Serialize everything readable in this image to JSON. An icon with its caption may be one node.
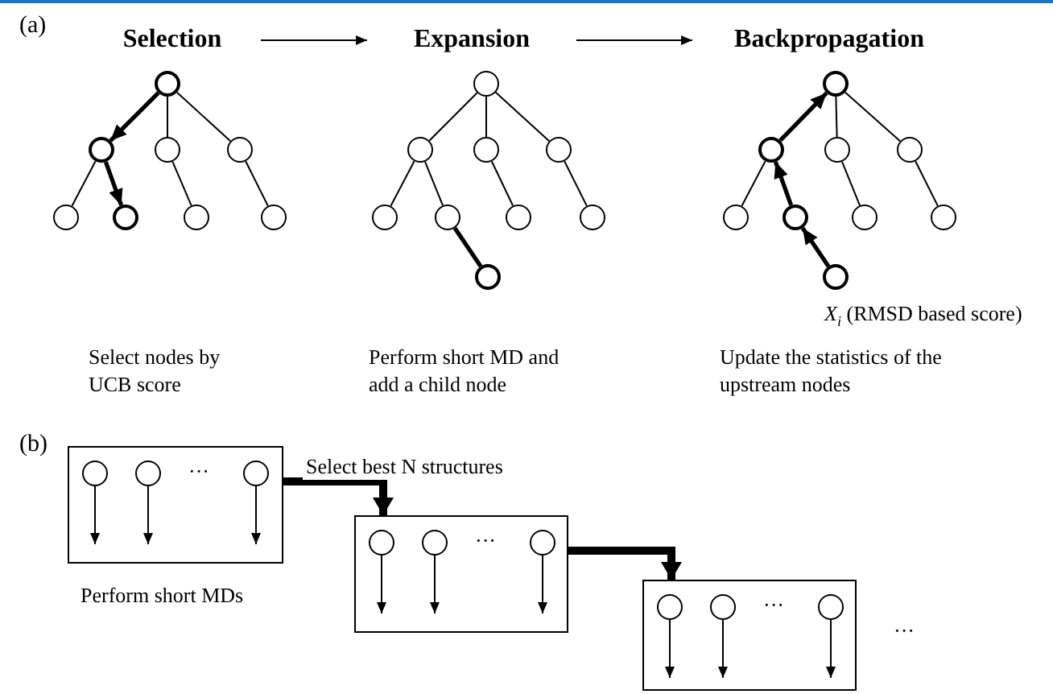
{
  "diagram": {
    "nodes": [
      {
        "text": [
          "Selection"
        ]
      },
      {
        "text": [
          "Expansion"
        ]
      },
      {
        "text": [
          "Backpropagation"
        ]
      },
      {
        "text": [],
        "shape": "circle"
      },
      {
        "text": [],
        "shape": "circle"
      },
      {
        "text": [],
        "shape": "circle"
      },
      {
        "text": [],
        "shape": "circle"
      },
      {
        "text": [],
        "shape": "circle"
      },
      {
        "text": [],
        "shape": "circle"
      },
      {
        "text": [],
        "shape": "circle"
      },
      {
        "text": [],
        "shape": "circle"
      },
      {
        "text": [],
        "shape": "circle"
      },
      {
        "text": [],
        "shape": "circle"
      },
      {
        "text": [],
        "shape": "circle"
      },
      {
        "text": [],
        "shape": "circle"
      },
      {
        "text": [],
        "shape": "circle"
      },
      {
        "text": [],
        "shape": "circle"
      },
      {
        "text": [],
        "shape": "circle"
      },
      {
        "text": [],
        "shape": "circle"
      },
      {
        "text": [],
        "shape": "circle"
      },
      {
        "text": [],
        "shape": "circle"
      },
      {
        "text": [],
        "shape": "circle"
      },
      {
        "text": [],
        "shape": "circle"
      },
      {
        "text": [],
        "shape": "circle"
      },
      {
        "text": [],
        "shape": "circle"
      },
      {
        "text": [],
        "shape": "circle"
      },
      {
        "text": [],
        "shape": "circle"
      },
      {
        "text": [],
        "shape": "circle"
      },
      {
        "text": [],
        "shape": "circle"
      },
      {
        "text": [],
        "shape": "box",
        "beside": [
          "Perform short MDs"
        ]
      },
      {
        "text": [],
        "shape": "circle",
        "in": 29
      },
      {
        "text": [],
        "shape": "circle",
        "in": 29
      },
      {
        "text": [],
        "shape": "circle",
        "in": 29
      },
      {
        "text": [],
        "shape": "box"
      },
      {
        "text": [],
        "shape": "circle",
        "in": 33
      },
      {
        "text": [],
        "shape": "circle",
        "in": 33
      },
      {
        "text": [],
        "shape": "circle",
        "in": 33
      },
      {
        "text": [],
        "shape": "box"
      },
      {
        "text": [],
        "shape": "circle",
        "in": 37
      },
      {
        "text": [],
        "shape": "circle",
        "in": 37
      },
      {
        "text": [],
        "shape": "circle",
        "in": 37
      }
    ],
    "edges": [
      {
        "from": 0,
        "to": 1,
        "arrow": "to"
      },
      {
        "from": 1,
        "to": 2,
        "arrow": "to"
      },
      {
        "from": 3,
        "to": 4,
        "arrow": "to",
        "style": "thick"
      },
      {
        "from": 3,
        "to": 5,
        "arrow": "none"
      },
      {
        "from": 3,
        "to": 6,
        "arrow": "none"
      },
      {
        "from": 4,
        "to": 7,
        "arrow": "none"
      },
      {
        "from": 4,
        "to": 8,
        "arrow": "to",
        "style": "thick"
      },
      {
        "from": 5,
        "to": 9,
        "arrow": "none"
      },
      {
        "from": 6,
        "to": 10,
        "arrow": "none"
      },
      {
        "from": 11,
        "to": 12,
        "arrow": "none"
      },
      {
        "from": 11,
        "to": 13,
        "arrow": "none"
      },
      {
        "from": 11,
        "to": 14,
        "arrow": "none"
      },
      {
        "from": 12,
        "to": 15,
        "arrow": "none"
      },
      {
        "from": 12,
        "to": 16,
        "arrow": "none"
      },
      {
        "from": 13,
        "to": 17,
        "arrow": "none"
      },
      {
        "from": 14,
        "to": 18,
        "arrow": "none"
      },
      {
        "from": 16,
        "to": 19,
        "arrow": "none",
        "style": "thick"
      },
      {
        "from": 21,
        "to": 20,
        "arrow": "to",
        "style": "thick"
      },
      {
        "from": 20,
        "to": 22,
        "arrow": "none"
      },
      {
        "from": 20,
        "to": 23,
        "arrow": "none"
      },
      {
        "from": 21,
        "to": 24,
        "arrow": "none"
      },
      {
        "from": 25,
        "to": 21,
        "arrow": "to",
        "style": "thick"
      },
      {
        "from": 22,
        "to": 26,
        "arrow": "none"
      },
      {
        "from": 23,
        "to": 27,
        "arrow": "none"
      },
      {
        "from": 28,
        "to": 25,
        "arrow": "to",
        "style": "thick"
      },
      {
        "from": 30,
        "to": null,
        "arrow": "to"
      },
      {
        "from": 31,
        "to": null,
        "arrow": "to"
      },
      {
        "from": 32,
        "to": null,
        "arrow": "to"
      },
      {
        "from": 29,
        "to": 33,
        "arrow": "to",
        "style": "thick",
        "label": "Select best N structures"
      },
      {
        "from": 34,
        "to": null,
        "arrow": "to"
      },
      {
        "from": 35,
        "to": null,
        "arrow": "to"
      },
      {
        "from": 36,
        "to": null,
        "arrow": "to"
      },
      {
        "from": 33,
        "to": 37,
        "arrow": "to",
        "style": "thick"
      },
      {
        "from": 38,
        "to": null,
        "arrow": "to"
      },
      {
        "from": 39,
        "to": null,
        "arrow": "to"
      },
      {
        "from": 40,
        "to": null,
        "arrow": "to"
      }
    ],
    "labels": [
      "(a)",
      "*X*$_{i}$ (RMSD based score)",
      "Select nodes by UCB score",
      "Perform short MD and add a child node",
      "Update the statistics of the upstream nodes",
      "(b)",
      "···",
      "···",
      "···",
      "···"
    ]
  }
}
